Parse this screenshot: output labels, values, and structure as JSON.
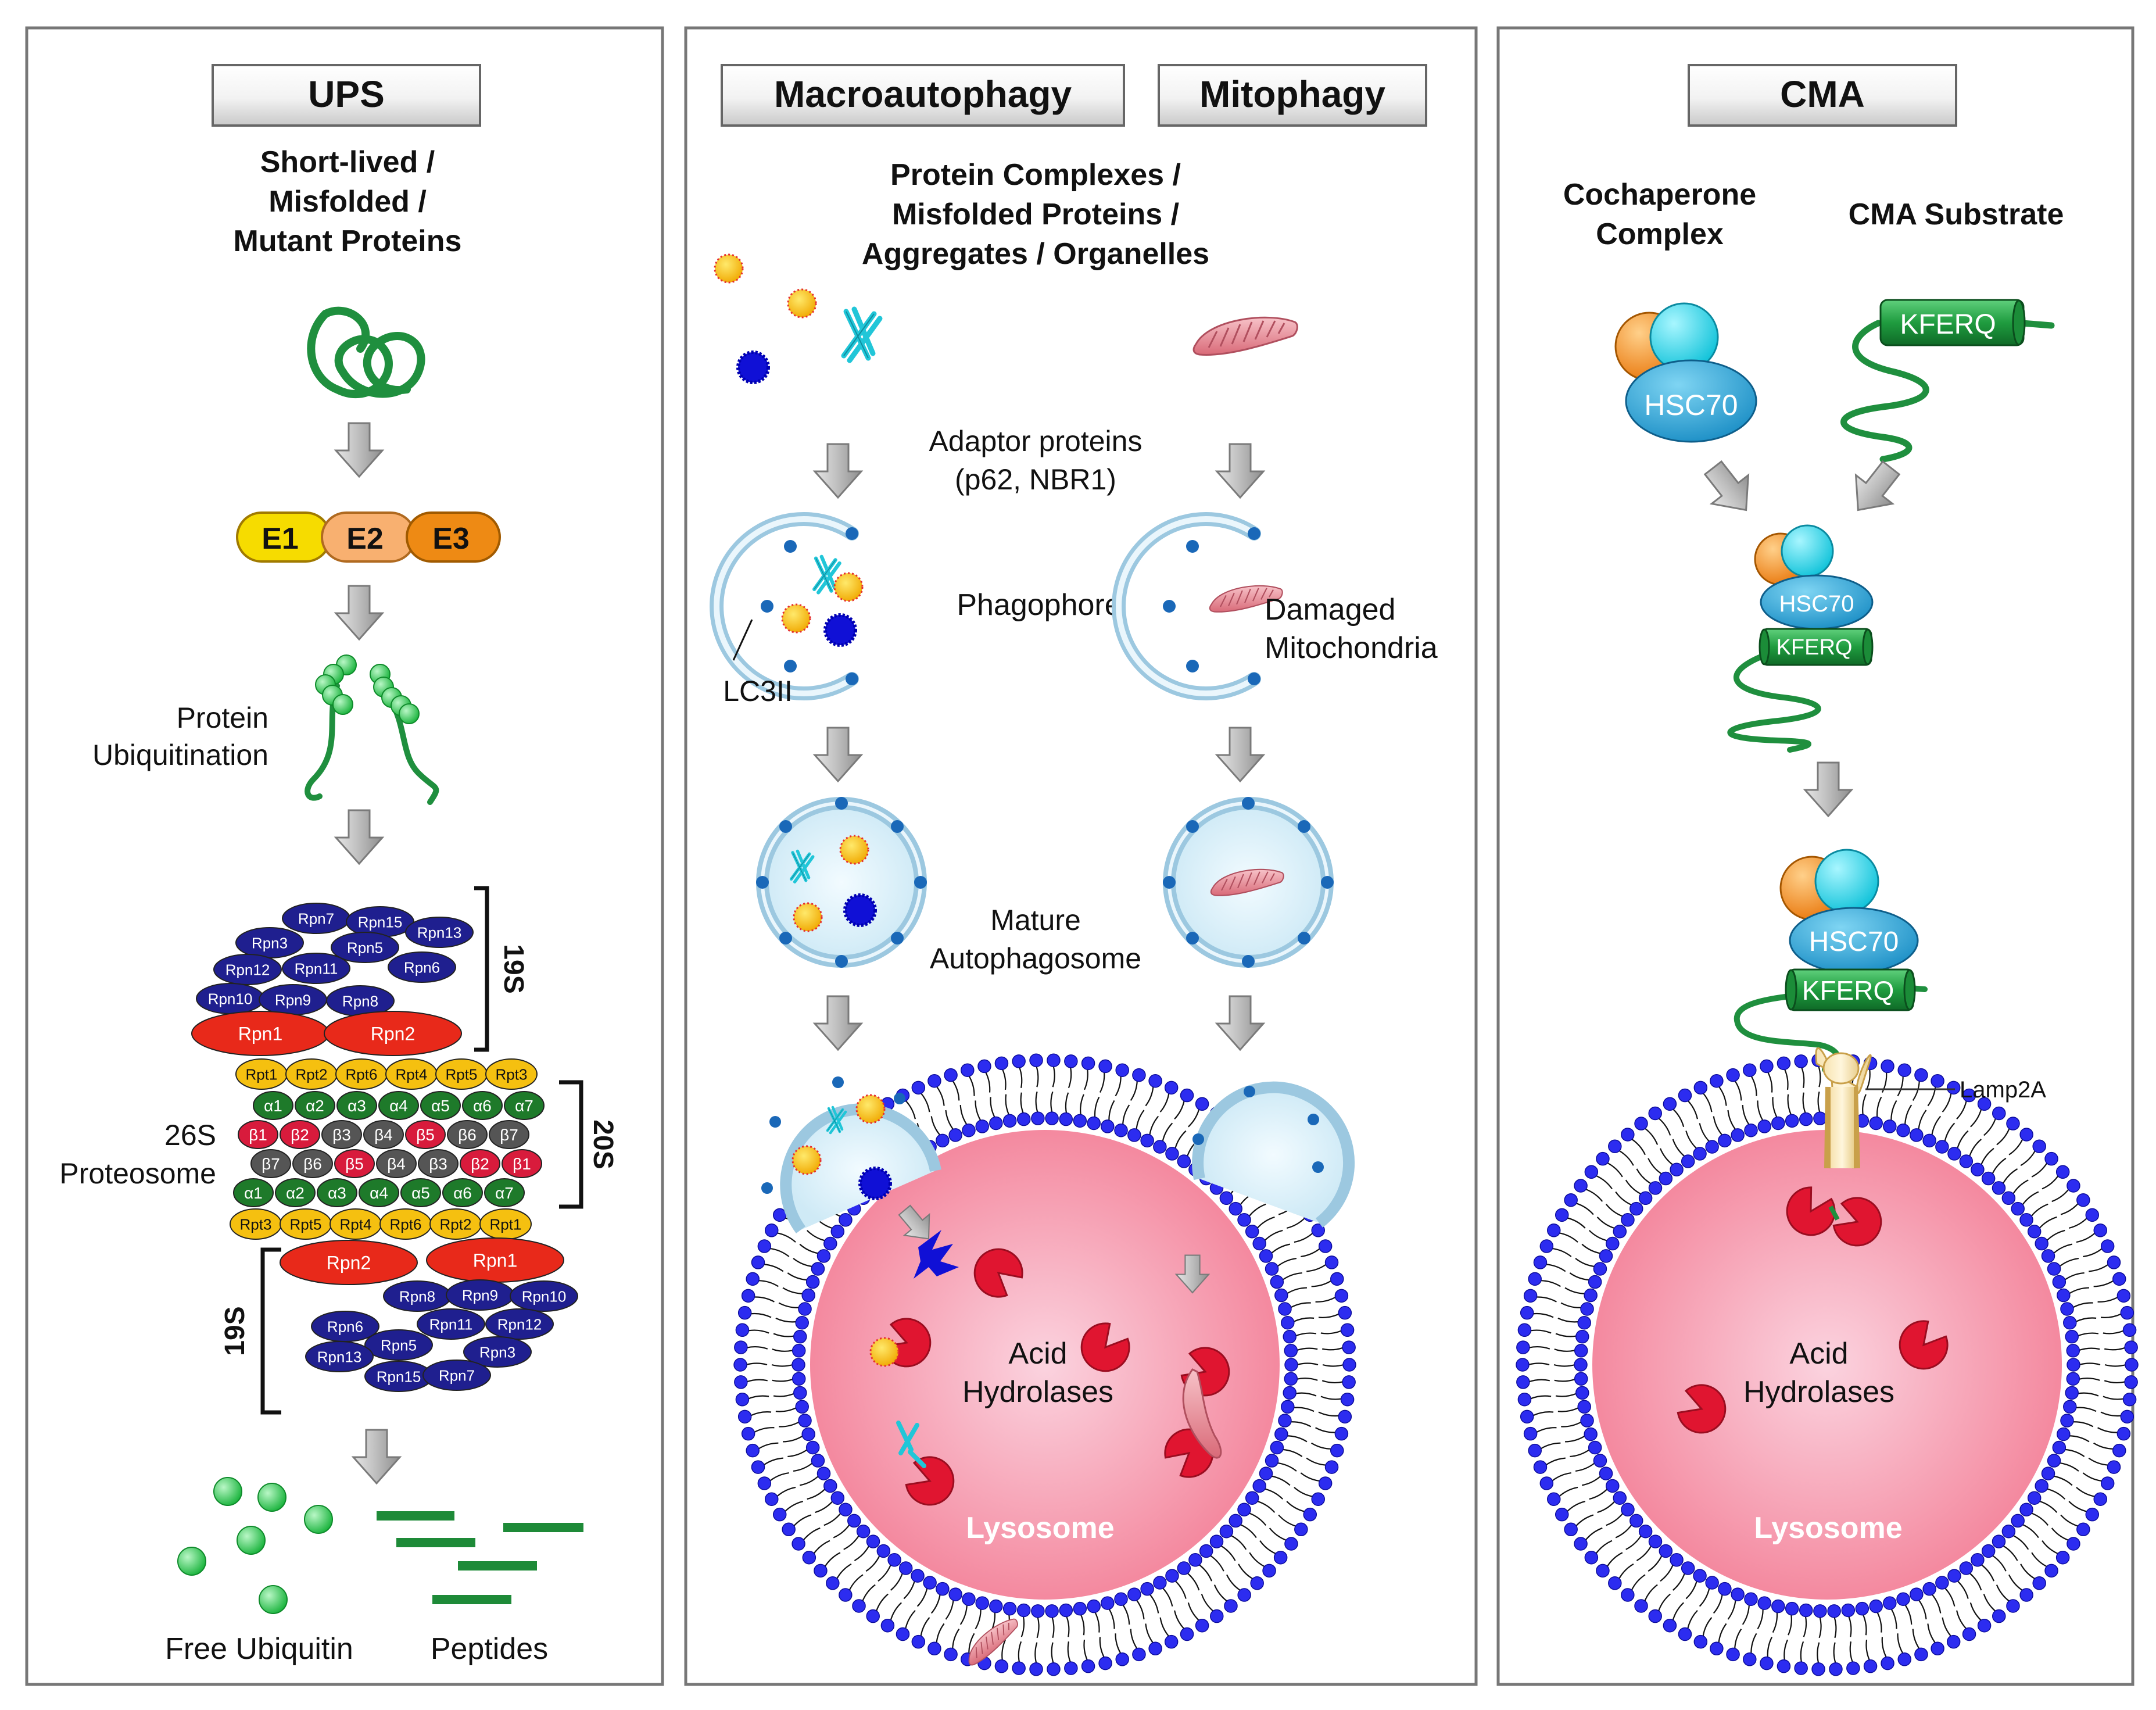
{
  "ups": {
    "header": "UPS",
    "substrate": [
      "Short-lived /",
      "Misfolded /",
      "Mutant Proteins"
    ],
    "enzymes": [
      "E1",
      "E2",
      "E3"
    ],
    "ubiquitination_label": [
      "Protein",
      "Ubiquitination"
    ],
    "proteasome_label": [
      "26S",
      "Proteosome"
    ],
    "top_19s_label": "19S",
    "core_20s_label": "20S",
    "bottom_19s_label": "19S",
    "lid_top": [
      "Rpn7",
      "Rpn15",
      "Rpn3",
      "Rpn5",
      "Rpn13",
      "Rpn12",
      "Rpn11",
      "Rpn6",
      "Rpn10",
      "Rpn9",
      "Rpn8"
    ],
    "lid_bottom": [
      "Rpn8",
      "Rpn9",
      "Rpn10",
      "Rpn6",
      "Rpn11",
      "Rpn12",
      "Rpn5",
      "Rpn13",
      "Rpn3",
      "Rpn15",
      "Rpn7"
    ],
    "base_top": [
      "Rpn1",
      "Rpn2"
    ],
    "base_bottom": [
      "Rpn2",
      "Rpn1"
    ],
    "rpt_top": [
      "Rpt1",
      "Rpt2",
      "Rpt6",
      "Rpt4",
      "Rpt5",
      "Rpt3"
    ],
    "rpt_bottom": [
      "Rpt3",
      "Rpt5",
      "Rpt4",
      "Rpt6",
      "Rpt2",
      "Rpt1"
    ],
    "alpha_top": [
      "α1",
      "α2",
      "α3",
      "α4",
      "α5",
      "α6",
      "α7"
    ],
    "beta_top": [
      "β1",
      "β2",
      "β3",
      "β4",
      "β5",
      "β6",
      "β7"
    ],
    "beta_bottom": [
      "β7",
      "β6",
      "β5",
      "β4",
      "β3",
      "β2",
      "β1"
    ],
    "alpha_bottom": [
      "α1",
      "α2",
      "α3",
      "α4",
      "α5",
      "α6",
      "α7"
    ],
    "free_ubiquitin": "Free Ubiquitin",
    "peptides": "Peptides"
  },
  "autophagy": {
    "header_macro": "Macroautophagy",
    "header_mito": "Mitophagy",
    "substrate": [
      "Protein Complexes /",
      "Misfolded Proteins /",
      "Aggregates / Organelles"
    ],
    "adaptor": [
      "Adaptor proteins",
      "(p62, NBR1)"
    ],
    "phagophore": "Phagophore",
    "lc3": "LC3II",
    "damaged": [
      "Damaged",
      "Mitochondria"
    ],
    "mature": [
      "Mature",
      "Autophagosome"
    ],
    "acid": [
      "Acid",
      "Hydrolases"
    ],
    "lysosome": "Lysosome"
  },
  "cma": {
    "header": "CMA",
    "cochaperone": [
      "Cochaperone",
      "Complex"
    ],
    "substrate": "CMA Substrate",
    "hsc70": "HSC70",
    "kferq": "KFERQ",
    "lamp2a": "Lamp2A",
    "acid": [
      "Acid",
      "Hydrolases"
    ],
    "lysosome": "Lysosome"
  },
  "colors": {
    "green": "#1a8a3c",
    "ubiquitin": "#2ecc55",
    "rpn_lid": "#1f1f8f",
    "rpn_base": "#e8291a",
    "rpt": "#f5c010",
    "alpha": "#1e7a2a",
    "beta_red": "#d81b3c",
    "beta_grey": "#555555",
    "lysosome": "#f7a3bc",
    "membrane": "#2c2cf0",
    "hsc70": "#1aa7d8",
    "cyan": "#22d3e6",
    "orange": "#f08a12"
  }
}
